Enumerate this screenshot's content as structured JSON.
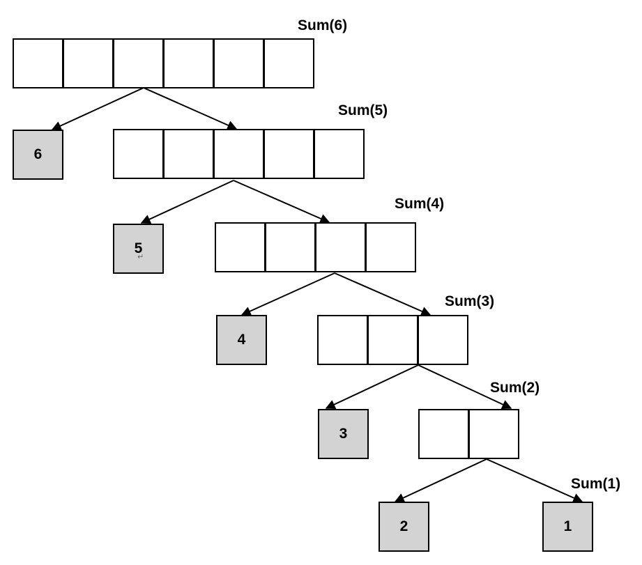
{
  "colors": {
    "leaf_fill": "#d3d3d3",
    "line": "#000000",
    "cell_fill": "#ffffff"
  },
  "levels": [
    {
      "label": "Sum(6)",
      "cells": 6,
      "leaf": "6"
    },
    {
      "label": "Sum(5)",
      "cells": 5,
      "leaf": "5"
    },
    {
      "label": "Sum(4)",
      "cells": 4,
      "leaf": "4"
    },
    {
      "label": "Sum(3)",
      "cells": 3,
      "leaf": "3"
    },
    {
      "label": "Sum(2)",
      "cells": 2,
      "leaf": "2"
    },
    {
      "label": "Sum(1)",
      "cells": 0,
      "leaf": "1"
    }
  ],
  "glyphs": {
    "return_mark": "↵"
  }
}
